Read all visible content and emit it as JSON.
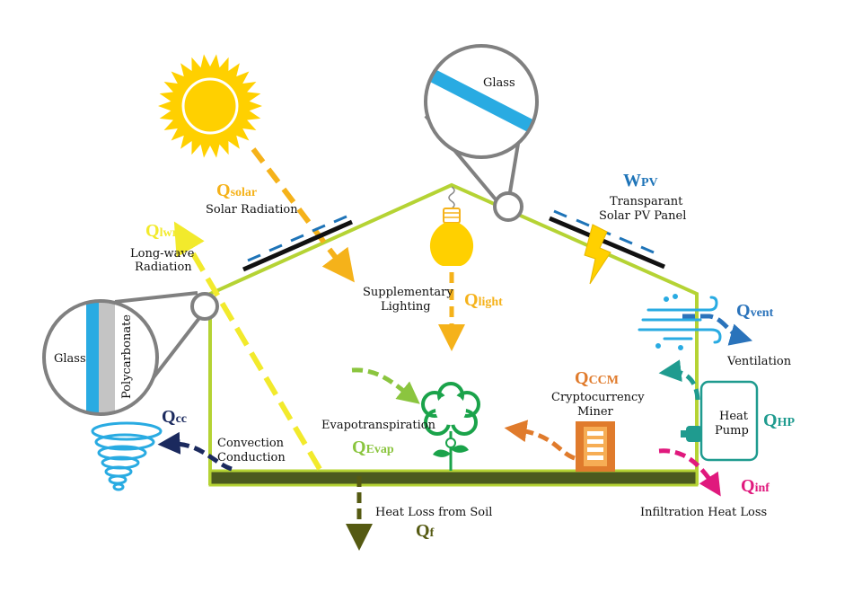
{
  "labels": {
    "q_solar": {
      "main": "Q",
      "sub": "solar",
      "desc": "Solar Radiation"
    },
    "q_lwr": {
      "main": "Q",
      "sub": "lwr",
      "desc1": "Long-wave",
      "desc2": "Radiation"
    },
    "glass_top": "Glass",
    "w_pv": {
      "main": "W",
      "sub": "PV",
      "desc1": "Transparant",
      "desc2": "Solar PV Panel"
    },
    "lighting": {
      "desc1": "Supplementary",
      "desc2": "Lighting",
      "main": "Q",
      "sub": "light"
    },
    "q_vent": {
      "main": "Q",
      "sub": "vent",
      "desc": "Ventilation"
    },
    "glass_left": "Glass",
    "polycarbonate": "Polycarbonate",
    "q_ccm": {
      "main": "Q",
      "sub": "CCM",
      "desc1": "Cryptocurrency",
      "desc2": "Miner"
    },
    "heat_pump": {
      "desc1": "Heat",
      "desc2": "Pump",
      "main": "Q",
      "sub": "HP"
    },
    "q_cc": {
      "main": "Q",
      "sub": "cc",
      "desc1": "Convection",
      "desc2": "Conduction"
    },
    "q_evap": {
      "desc": "Evapotranspiration",
      "main": "Q",
      "sub": "Evap"
    },
    "q_inf": {
      "main": "Q",
      "sub": "inf",
      "desc": "Infiltration Heat Loss"
    },
    "q_f": {
      "desc": "Heat Loss from Soil",
      "main": "Q",
      "sub": "f"
    }
  },
  "colors": {
    "frame": "#b5d334",
    "soil": "#4b5a1f",
    "solar": "#f5b21a",
    "lwr": "#f2ea2c",
    "sun": "#ffd000",
    "pv_blue": "#1e74b8",
    "lighting": "#f5b21a",
    "vent": "#2a73bb",
    "ccm": "#e07b2c",
    "heat_pump": "#1f9b8f",
    "cc": "#1b2a5e",
    "evap": "#8bc53f",
    "plant": "#1aa34a",
    "inf": "#e0197d",
    "soil_loss": "#555a12",
    "glass_blue": "#29abe2"
  }
}
